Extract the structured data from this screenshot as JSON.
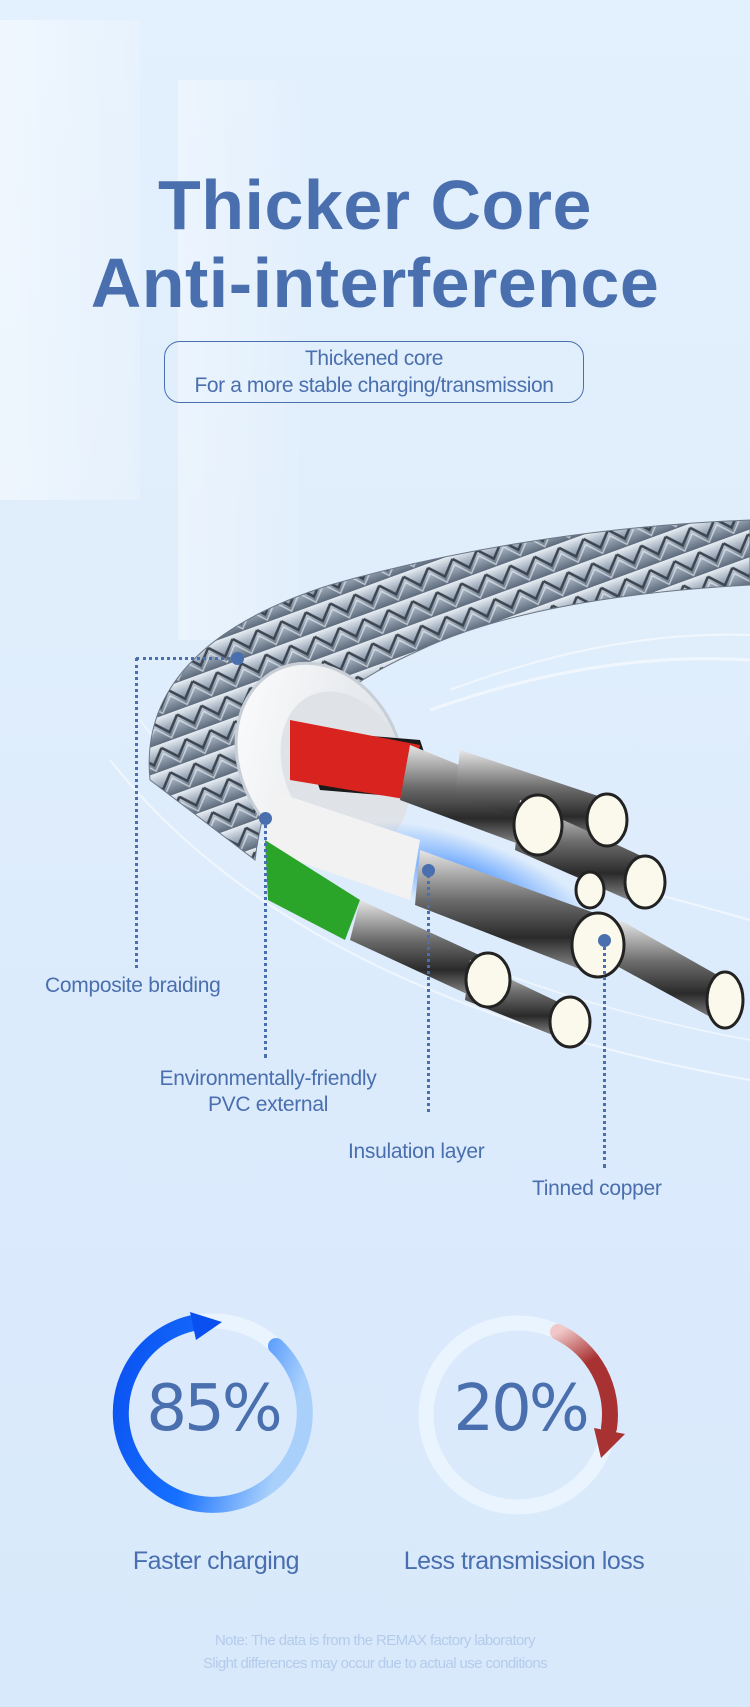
{
  "header": {
    "title_line1": "Thicker Core",
    "title_line2": "Anti-interference",
    "subtitle_line1": "Thickened core",
    "subtitle_line2": "For a more stable charging/transmission"
  },
  "cable_diagram": {
    "callouts": [
      {
        "id": "composite-braiding",
        "label": "Composite braiding"
      },
      {
        "id": "pvc-external",
        "label_line1": "Environmentally-friendly",
        "label_line2": "PVC external"
      },
      {
        "id": "insulation-layer",
        "label": "Insulation layer"
      },
      {
        "id": "tinned-copper",
        "label": "Tinned copper"
      }
    ],
    "wire_colors": [
      "#d8231f",
      "#1a1a1a",
      "#f2f2f2",
      "#2aa52a"
    ]
  },
  "stats": [
    {
      "value": "85%",
      "label": "Faster charging",
      "ring_color": "#0a5cf5",
      "direction": "increase"
    },
    {
      "value": "20%",
      "label": "Less transmission loss",
      "ring_color": "#a83232",
      "direction": "decrease"
    }
  ],
  "footer": {
    "note_line1": "Note: The data is from the REMAX factory laboratory",
    "note_line2": "Slight differences may occur due to actual use conditions"
  },
  "colors": {
    "accent": "#4a6fae",
    "background": "#dcebfc",
    "note": "#b4cbeb"
  }
}
